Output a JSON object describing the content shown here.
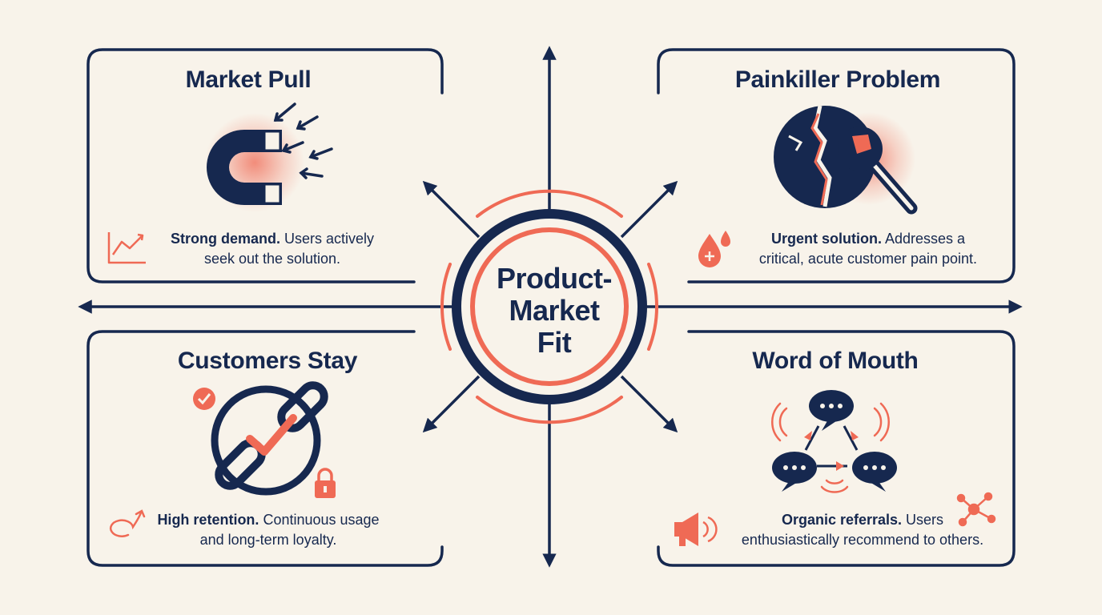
{
  "center": {
    "lines": [
      "Product-",
      "Market",
      "Fit"
    ]
  },
  "quadrants": [
    {
      "title": "Market Pull",
      "bold": "Strong demand.",
      "rest": " Users actively",
      "line2": "seek out the solution."
    },
    {
      "title": "Painkiller Problem",
      "bold": "Urgent solution.",
      "rest": " Addresses a",
      "line2": "critical, acute customer pain point."
    },
    {
      "title": "Customers Stay",
      "bold": "High retention.",
      "rest": " Continuous usage",
      "line2": "and long-term loyalty."
    },
    {
      "title": "Word of Mouth",
      "bold": "Organic referrals.",
      "rest": " Users",
      "line2": "enthusiastically recommend to others."
    }
  ],
  "colors": {
    "navy": "#16284f",
    "coral": "#ef6a55",
    "background": "#f8f3ea"
  }
}
